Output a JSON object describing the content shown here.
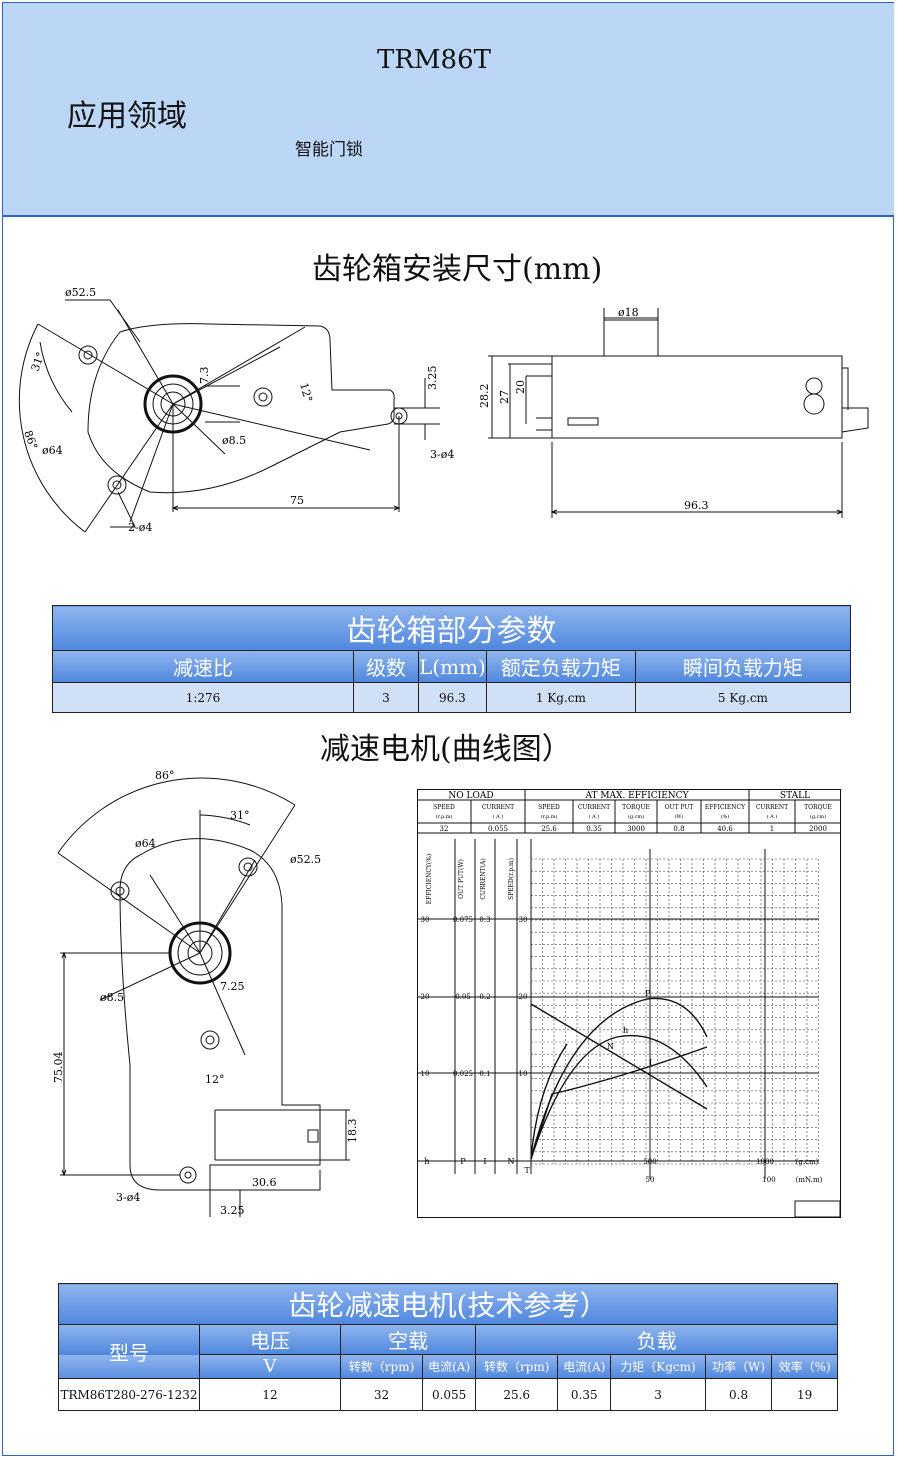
{
  "header": {
    "model": "TRM86T",
    "app_title": "应用领域",
    "app_text": "智能门锁"
  },
  "gearbox": {
    "title": "齿轮箱安装尺寸(mm)",
    "dims": {
      "d52_5": "ø52.5",
      "d64": "ø64",
      "d8_5": "ø8.5",
      "a31": "31°",
      "a86": "86°",
      "a12": "12°",
      "v7_3": "7.3",
      "v3_25": "3.25",
      "h3d4": "3-ø4",
      "h2d4": "2-ø4",
      "l75": "75",
      "d18": "ø18",
      "v28_2": "28.2",
      "v27": "27",
      "v20": "20",
      "l96_3": "96.3"
    }
  },
  "params": {
    "title": "齿轮箱部分参数",
    "headers": [
      "减速比",
      "级数",
      "L(mm)",
      "额定负载力矩",
      "瞬间负载力矩"
    ],
    "row": [
      "1:276",
      "3",
      "96.3",
      "1 Kg.cm",
      "5 Kg.cm"
    ]
  },
  "motor": {
    "title": "减速电机(曲线图）",
    "dims": {
      "a86": "86°",
      "a31": "31°",
      "d64": "ø64",
      "d52_5": "ø52.5",
      "d8_5": "ø8.5",
      "v7_25": "7.25",
      "v75_04": "75.04",
      "a12": "12°",
      "v18_3": "18.3",
      "l30_6": "30.6",
      "h3d4": "3-ø4",
      "v3_25": "3.25"
    }
  },
  "curve": {
    "groups": [
      "NO LOAD",
      "AT MAX. EFFICIENCY",
      "STALL"
    ],
    "cols": [
      [
        "SPEED",
        "(r.p.m)"
      ],
      [
        "CURRENT",
        "( A )"
      ],
      [
        "SPEED",
        "(r.p.m)"
      ],
      [
        "CURRENT",
        "( A )"
      ],
      [
        "TORQUE",
        "(g.cm)"
      ],
      [
        "OUT PUT",
        "(W)"
      ],
      [
        "EFFICIENCY",
        "(%)"
      ],
      [
        "CURRENT",
        "( A )"
      ],
      [
        "TORQUE",
        "(g.cm)"
      ]
    ],
    "values": [
      "32",
      "0.055",
      "25.6",
      "0.35",
      "3000",
      "0.8",
      "40.6",
      "1",
      "2000"
    ],
    "axis_titles": [
      "EFFICIENCY(%)",
      "OUT PUT(W)",
      "CURRENT(A)",
      "SPEED(r.p.m)"
    ],
    "scale_rows": [
      [
        "30",
        "0.075",
        "0.3",
        "30"
      ],
      [
        "20",
        "0.05",
        "0.2",
        "20"
      ],
      [
        "10",
        "0.025",
        "0.1",
        "10"
      ]
    ],
    "bottom_letters": [
      "h",
      "P",
      "I",
      "N",
      "T"
    ],
    "x_top": [
      "500",
      "1000",
      "(g.cm)"
    ],
    "x_bottom": [
      "50",
      "100",
      "(mN.m)"
    ],
    "curve_labels": [
      "P",
      "h",
      "N",
      "I"
    ]
  },
  "chart_data": {
    "type": "line",
    "x": [
      0,
      100,
      200,
      300,
      400,
      500,
      600,
      700,
      800,
      900,
      1000
    ],
    "xlabel": "(g.cm)",
    "series": [
      {
        "name": "N",
        "values": [
          null,
          null,
          null,
          null,
          null,
          null,
          null,
          null,
          null,
          null,
          null
        ]
      }
    ]
  },
  "tech": {
    "title": "齿轮减速电机(技术参考）",
    "model_label": "型号",
    "voltage": "电压",
    "voltage_unit": "V",
    "noload": "空载",
    "load": "负载",
    "sub": [
      "转数（rpm)",
      "电流(A)",
      "转数（rpm)",
      "电流(A)",
      "力矩（Kgcm)",
      "功率（W)",
      "效率（%)"
    ],
    "row": [
      "TRM86T280-276-1232",
      "12",
      "32",
      "0.055",
      "25.6",
      "0.35",
      "3",
      "0.8",
      "19"
    ]
  }
}
